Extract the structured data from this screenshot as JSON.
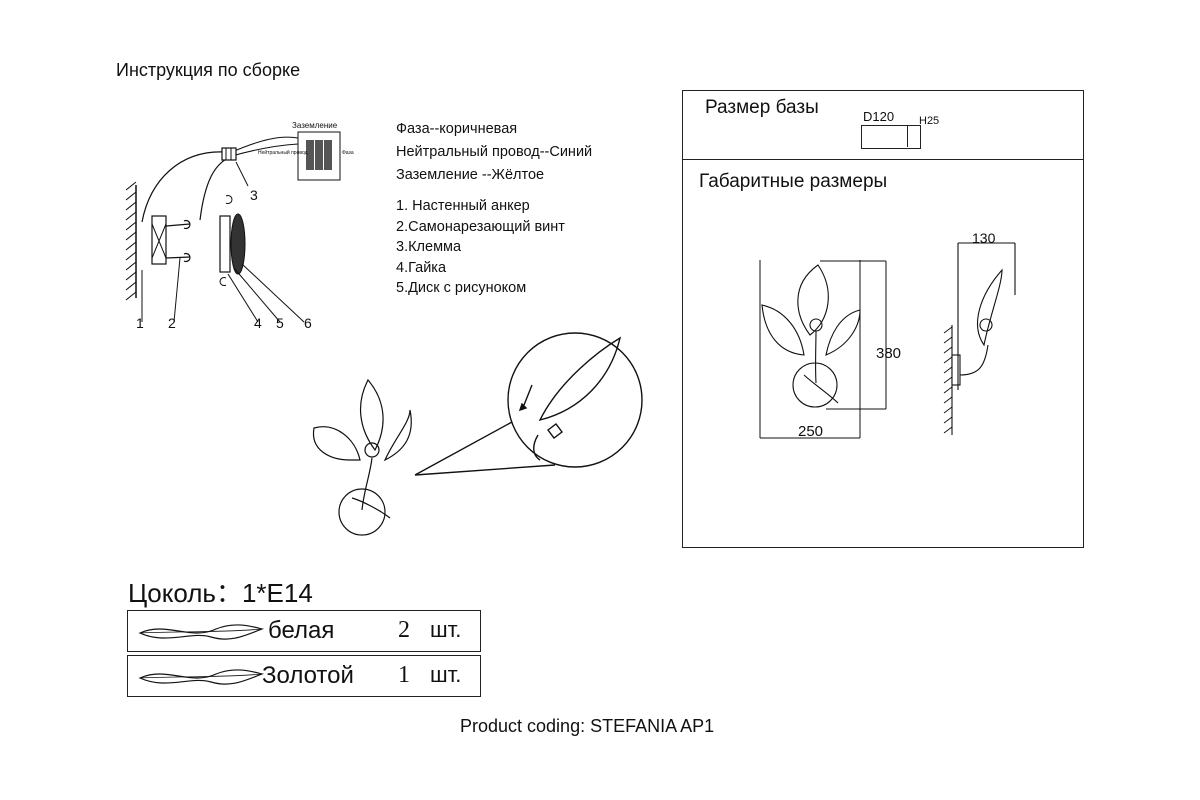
{
  "page_title": "Инструкция по сборке",
  "wiring": {
    "phase": "Фаза--коричневая",
    "neutral": "Нейтральный провод--Синий",
    "ground": "Заземление --Жёлтое"
  },
  "parts_list": [
    "1. Настенный анкер",
    "2.Самонарезающий винт",
    "3.Клемма",
    "4.Гайка",
    "5.Диск с рисуноком"
  ],
  "terminal": {
    "top_label": "Заземление",
    "left_label": "Нейтральный провод",
    "right_label": "Фаза"
  },
  "callouts": [
    "1",
    "2",
    "3",
    "4",
    "5",
    "6"
  ],
  "base_size": {
    "title": "Размер базы",
    "diameter": "D120",
    "height": "H25"
  },
  "dimensions": {
    "title": "Габаритные размеры",
    "height": "380",
    "width": "250",
    "depth": "130"
  },
  "socket": {
    "label": "Цоколь：",
    "value": "1*E14"
  },
  "leaves": [
    {
      "color": "белая",
      "count": "2",
      "unit": "шт."
    },
    {
      "color": "Золотой",
      "count": "1",
      "unit": "шт."
    }
  ],
  "product_coding": "Product coding: STEFANIA AP1"
}
